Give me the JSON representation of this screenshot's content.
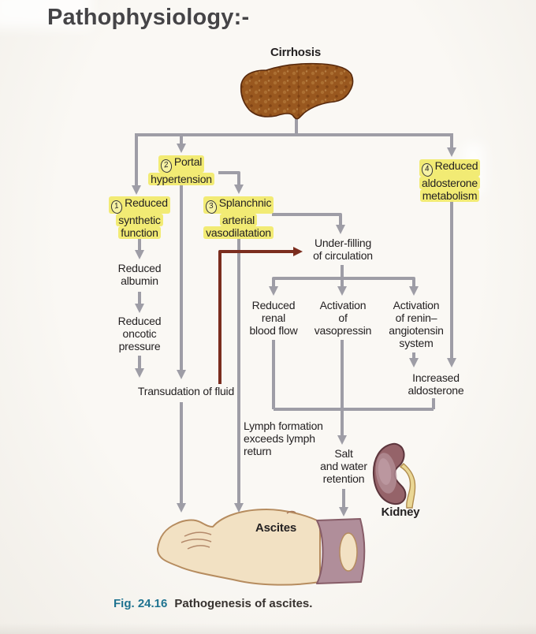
{
  "title": "Pathophysiology:-",
  "palette": {
    "arrow_gray": "#9e9da6",
    "arrow_red": "#7b2d1e",
    "highlight_yellow": "#f2eb74",
    "figure_label_teal": "#1f7390"
  },
  "nodes": {
    "cirrhosis": {
      "label": "Cirrhosis"
    },
    "portal_hypertension": {
      "number": "2",
      "lines": [
        "Portal",
        "hypertension"
      ],
      "highlighted": true
    },
    "reduced_synthetic": {
      "number": "1",
      "lines": [
        "Reduced",
        "synthetic",
        "function"
      ],
      "highlighted": true
    },
    "splanchnic": {
      "number": "3",
      "lines": [
        "Splanchnic",
        "arterial",
        "vasodilatation"
      ],
      "highlighted": true
    },
    "reduced_aldosterone_metabolism": {
      "number": "4",
      "lines": [
        "Reduced",
        "aldosterone",
        "metabolism"
      ],
      "highlighted": true
    },
    "underfilling": {
      "lines": [
        "Under-filling",
        "of circulation"
      ]
    },
    "reduced_albumin": {
      "lines": [
        "Reduced",
        "albumin"
      ]
    },
    "reduced_oncotic": {
      "lines": [
        "Reduced",
        "oncotic",
        "pressure"
      ]
    },
    "transudation": {
      "lines": [
        "Transudation of fluid"
      ]
    },
    "reduced_renal": {
      "lines": [
        "Reduced",
        "renal",
        "blood flow"
      ]
    },
    "activation_vasopressin": {
      "lines": [
        "Activation",
        "of",
        "vasopressin"
      ]
    },
    "activation_renin": {
      "lines": [
        "Activation",
        "of renin–",
        "angiotensin",
        "system"
      ]
    },
    "increased_aldosterone": {
      "lines": [
        "Increased",
        "aldosterone"
      ]
    },
    "lymph": {
      "lines": [
        "Lymph formation",
        "exceeds lymph",
        "return"
      ]
    },
    "salt_water": {
      "lines": [
        "Salt",
        "and water",
        "retention"
      ]
    },
    "ascites": {
      "label": "Ascites"
    },
    "kidney": {
      "label": "Kidney"
    }
  },
  "caption": {
    "fig_label": "Fig. 24.16",
    "text": "Pathogenesis of ascites."
  }
}
